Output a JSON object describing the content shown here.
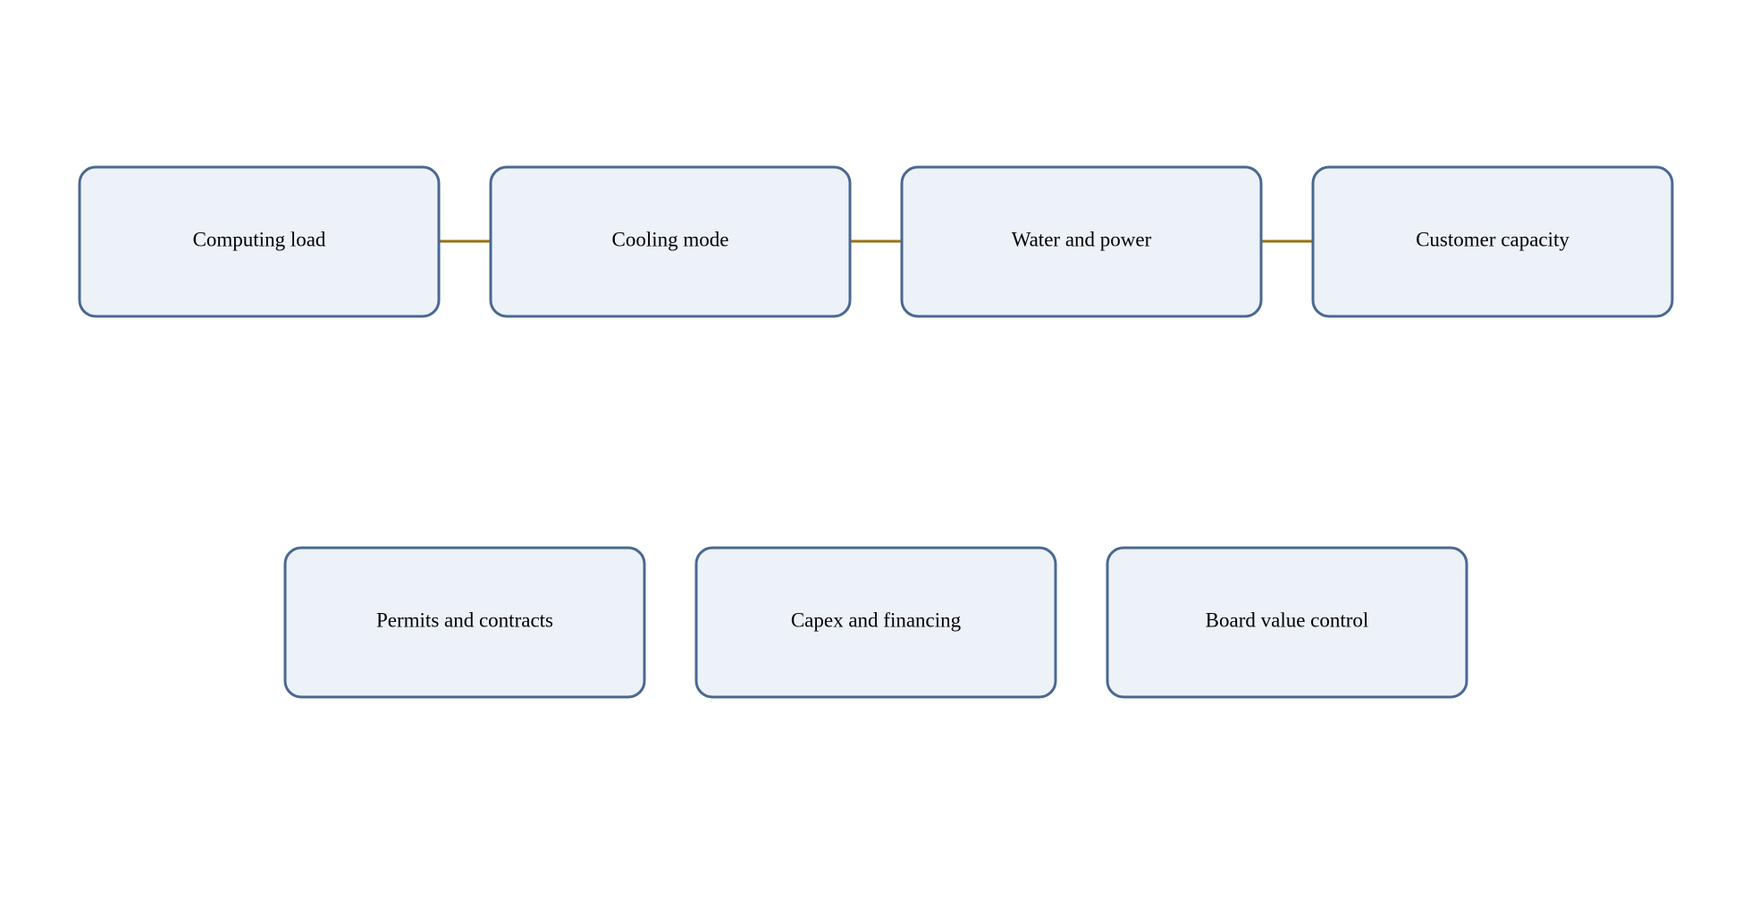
{
  "diagram": {
    "nodes": [
      {
        "id": "computing-load",
        "label": "Computing load"
      },
      {
        "id": "cooling-mode",
        "label": "Cooling mode"
      },
      {
        "id": "water-and-power",
        "label": "Water and power"
      },
      {
        "id": "customer-capacity",
        "label": "Customer capacity"
      },
      {
        "id": "permits-and-contracts",
        "label": "Permits and contracts"
      },
      {
        "id": "capex-and-financing",
        "label": "Capex and financing"
      },
      {
        "id": "board-value-control",
        "label": "Board value control"
      }
    ],
    "edges": [
      {
        "from": "computing-load",
        "to": "cooling-mode"
      },
      {
        "from": "cooling-mode",
        "to": "water-and-power"
      },
      {
        "from": "water-and-power",
        "to": "customer-capacity"
      }
    ],
    "colors": {
      "node_fill": "#edf2f9",
      "node_border": "#4a6891",
      "edge": "#9a7010",
      "text": "#000000"
    }
  }
}
